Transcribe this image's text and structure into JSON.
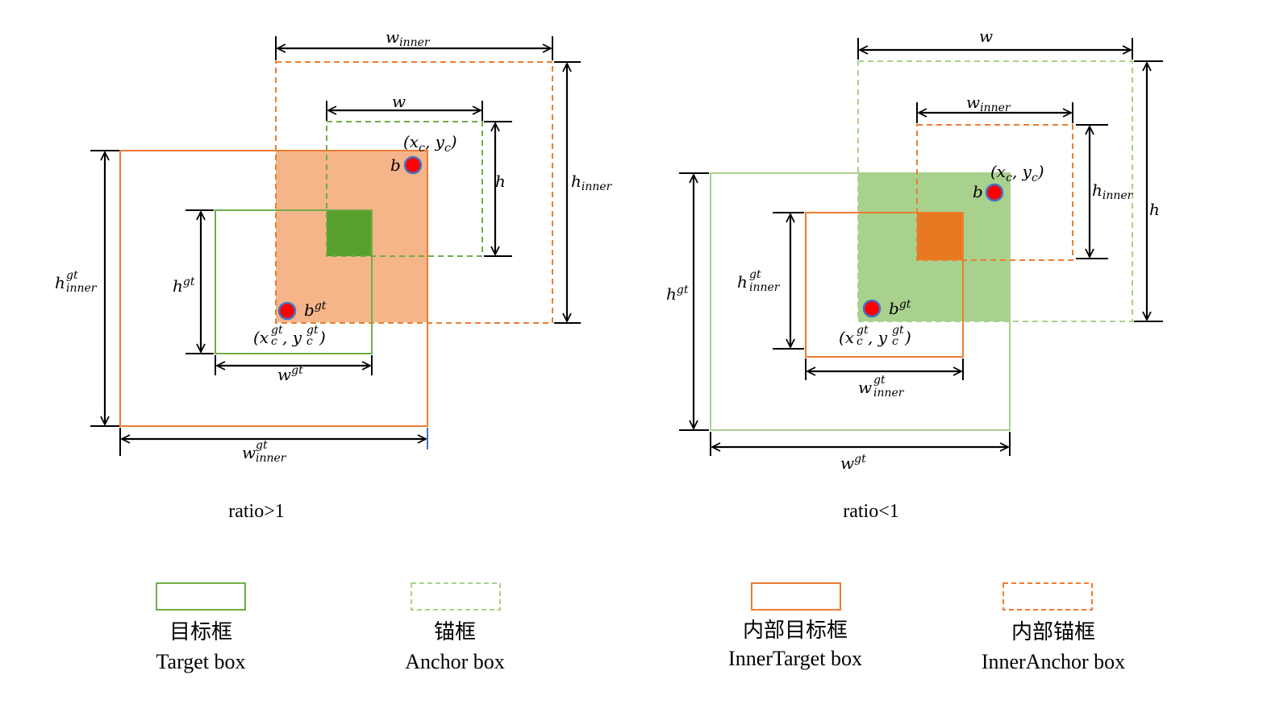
{
  "colors": {
    "target_green": "#70ad47",
    "anchor_green": "#a9d18e",
    "inner_orange": "#ed7d31",
    "inner_dashed_orange": "#f4a460",
    "orange_fill": "#f4b183",
    "green_fill": "#a9d18e",
    "overlap_green": "#5aa02c",
    "overlap_orange": "#e8781f",
    "center_dot": "#ff0000",
    "center_dot_border": "#4472c4"
  },
  "left_panel": {
    "caption": "ratio>1",
    "labels": {
      "w_inner": "w",
      "w_inner_sub": "inner",
      "w": "w",
      "h": "h",
      "h_inner": "h",
      "h_inner_sub": "inner",
      "h_inner_gt": "h",
      "h_inner_gt_sup": "gt",
      "h_inner_gt_sub": "inner",
      "h_gt": "h",
      "h_gt_sup": "gt",
      "w_gt": "w",
      "w_gt_sup": "gt",
      "w_inner_gt": "w",
      "w_inner_gt_sup": "gt",
      "w_inner_gt_sub": "inner",
      "center_anchor": "(x",
      "center_anchor_sub1": "c",
      "center_anchor_mid": ", y",
      "center_anchor_sub2": "c",
      "center_anchor_close": ")",
      "b": "b",
      "b_gt": "b",
      "b_gt_sup": "gt",
      "center_gt": "(x",
      "center_gt_sup1": "gt",
      "center_gt_sub1": "c",
      "center_gt_mid": ", y",
      "center_gt_sup2": "gt",
      "center_gt_sub2": "c",
      "center_gt_close": ")"
    }
  },
  "right_panel": {
    "caption": "ratio<1",
    "labels": {
      "w": "w",
      "w_inner": "w",
      "w_inner_sub": "inner",
      "h": "h",
      "h_inner": "h",
      "h_inner_sub": "inner",
      "h_gt": "h",
      "h_gt_sup": "gt",
      "h_inner_gt": "h",
      "h_inner_gt_sup": "gt",
      "h_inner_gt_sub": "inner",
      "w_gt": "w",
      "w_gt_sup": "gt",
      "w_inner_gt": "w",
      "w_inner_gt_sup": "gt",
      "w_inner_gt_sub": "inner",
      "center_anchor": "(x",
      "center_anchor_sub1": "c",
      "center_anchor_mid": ", y",
      "center_anchor_sub2": "c",
      "center_anchor_close": ")",
      "b": "b",
      "b_gt": "b",
      "b_gt_sup": "gt",
      "center_gt": "(x",
      "center_gt_sup1": "gt",
      "center_gt_sub1": "c",
      "center_gt_mid": ", y",
      "center_gt_sup2": "gt",
      "center_gt_sub2": "c",
      "center_gt_close": ")"
    }
  },
  "legend": [
    {
      "zh": "目标框",
      "en": "Target box",
      "style": "solid-green"
    },
    {
      "zh": "锚框",
      "en": "Anchor box",
      "style": "dashed-green"
    },
    {
      "zh": "内部目标框",
      "en": "InnerTarget box",
      "style": "solid-orange"
    },
    {
      "zh": "内部锚框",
      "en": "InnerAnchor box",
      "style": "dashed-orange"
    }
  ]
}
